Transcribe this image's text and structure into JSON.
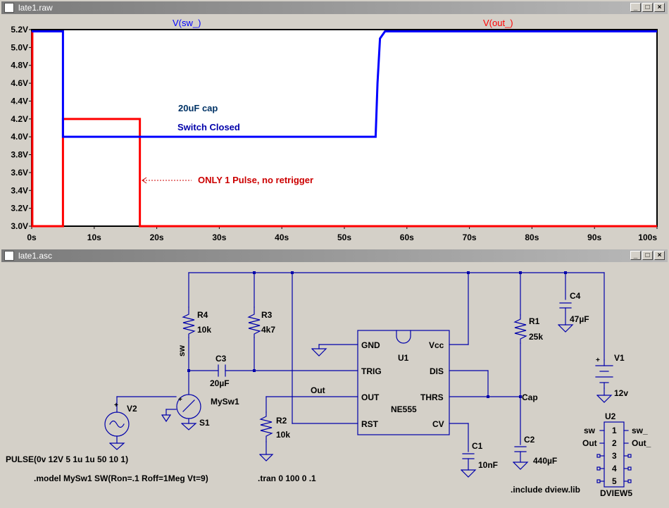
{
  "waveform_window": {
    "title": "late1.raw",
    "buttons": {
      "minimize": "_",
      "maximize": "□",
      "close": "×"
    }
  },
  "schematic_window": {
    "title": "late1.asc",
    "buttons": {
      "minimize": "_",
      "maximize": "□",
      "close": "×"
    }
  },
  "chart_data": {
    "type": "line",
    "xlim": [
      0,
      100
    ],
    "ylim": [
      3.0,
      5.2
    ],
    "x_ticks": [
      "0s",
      "10s",
      "20s",
      "30s",
      "40s",
      "50s",
      "60s",
      "70s",
      "80s",
      "90s",
      "100s"
    ],
    "y_ticks": [
      "5.2V",
      "5.0V",
      "4.8V",
      "4.6V",
      "4.4V",
      "4.2V",
      "4.0V",
      "3.8V",
      "3.6V",
      "3.4V",
      "3.2V",
      "3.0V"
    ],
    "grid": false,
    "series": [
      {
        "name": "V(sw_)",
        "color": "#0000ff",
        "points": [
          [
            0,
            5.18
          ],
          [
            5,
            5.18
          ],
          [
            5,
            4.0
          ],
          [
            55,
            4.0
          ],
          [
            55.3,
            4.6
          ],
          [
            55.7,
            5.1
          ],
          [
            56.5,
            5.18
          ],
          [
            100,
            5.18
          ]
        ]
      },
      {
        "name": "V(out_)",
        "color": "#ff0000",
        "points": [
          [
            0,
            3.0
          ],
          [
            0.1,
            3.0
          ],
          [
            0.1,
            5.18
          ],
          [
            0.1,
            3.0
          ],
          [
            5,
            3.0
          ],
          [
            5,
            4.2
          ],
          [
            17.3,
            4.2
          ],
          [
            17.3,
            3.0
          ],
          [
            100,
            3.0
          ]
        ]
      }
    ],
    "annotations": [
      {
        "text": "20uF cap",
        "color": "#003366"
      },
      {
        "text": "Switch Closed",
        "color": "#0000aa"
      },
      {
        "text": "ONLY 1 Pulse, no retrigger",
        "color": "#cc0000"
      }
    ]
  },
  "schematic": {
    "labels": {
      "r4": "R4",
      "r4_val": "10k",
      "r3": "R3",
      "r3_val": "4k7",
      "c3": "C3",
      "c3_val": "20µF",
      "sw_net": "sw",
      "mysw": "MySw1",
      "s1": "S1",
      "v2": "V2",
      "pulse": "PULSE(0v 12V 5 1u 1u 50 10 1)",
      "model": ".model MySw1  SW(Ron=.1 Roff=1Meg Vt=9)",
      "out_net": "Out",
      "r2": "R2",
      "r2_val": "10k",
      "u1": "U1",
      "ne555": "NE555",
      "gnd_pin": "GND",
      "trig_pin": "TRIG",
      "out_pin": "OUT",
      "rst_pin": "RST",
      "vcc_pin": "Vcc",
      "dis_pin": "DIS",
      "thrs_pin": "THRS",
      "cv_pin": "CV",
      "c1": "C1",
      "c1_val": "10nF",
      "tran": ".tran 0 100 0 .1",
      "r1": "R1",
      "r1_val": "25k",
      "cap_net": "Cap",
      "c2": "C2",
      "c2_val": "440µF",
      "c4": "C4",
      "c4_val": "47µF",
      "v1": "V1",
      "v1_val": "12v",
      "include": ".include dview.lib",
      "u2": "U2",
      "dview": "DVIEW5",
      "u2_sw": "sw",
      "u2_sw_": "sw_",
      "u2_out": "Out",
      "u2_out_": "Out_",
      "u2_p1": "1",
      "u2_p2": "2",
      "u2_p3": "3",
      "u2_p4": "4",
      "u2_p5": "5",
      "plus": "+"
    }
  }
}
